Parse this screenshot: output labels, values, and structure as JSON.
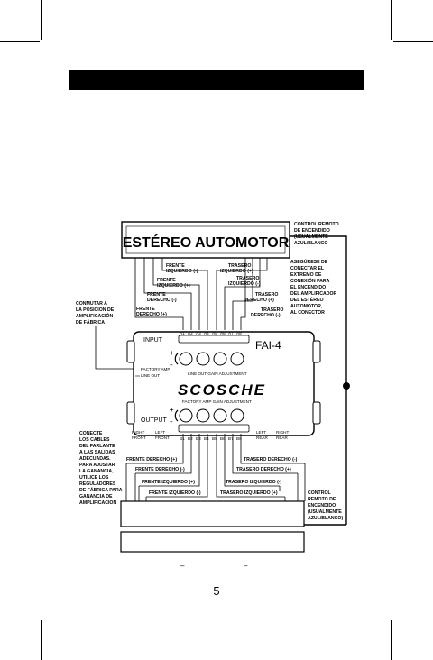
{
  "header": {
    "title": "ESTÉREO AUTOMOTOR"
  },
  "notes": {
    "remote_top": [
      "CONTROL REMOTO",
      "DE ENCENDIDO",
      "(USUALMENTE",
      "AZUL/BLANCO"
    ],
    "connect_right": [
      "ASEGÚRESE DE",
      "CONECTAR EL",
      "EXTREMO DE",
      "CONEXIÓN PARA",
      "EL ENCENDIDO",
      "DEL AMPLIFICADOR",
      "DEL ESTÉREO",
      "AUTOMOTOR,",
      "AL CONECTOR"
    ],
    "switch_left": [
      "CONMUTAR A",
      "LA  POSICIÓN DE",
      "AMPLIFICACIÓN",
      "DE FÁBRICA"
    ],
    "connect_left": [
      "CONECTE",
      "LOS CABLES",
      "DEL PARLANTE",
      "A LAS SALIDAS",
      "ADECUADAS.",
      "PARA AJUSTAR",
      "LA GANANCIA,",
      "UTILICE LOS",
      "REGULADORES",
      "DE FÁBRICA PARA",
      "GANANCIA DE",
      "AMPLIFICACIÓN"
    ],
    "remote_bottom": [
      "CONTROL",
      "REMOTO DE",
      "ENCENDIDO",
      "(USUALMENTE",
      "AZUL/BLANCO)"
    ]
  },
  "input_labels": {
    "front_left_neg": [
      "FRENTE",
      "IZQUIERDO (-)"
    ],
    "front_left_pos": [
      "FRENTE",
      "IZQUIERDO (+)"
    ],
    "front_right_neg": [
      "FRENTE",
      "DERECHO (-)"
    ],
    "front_right_pos": [
      "FRENTE",
      "DERECHO (+)"
    ],
    "rear_left_pos": [
      "TRASERO",
      "IZQUIERDO (+)"
    ],
    "rear_left_neg": [
      "TRASERO",
      "IZQUIERDO (-)"
    ],
    "rear_right_pos": [
      "TRASERO",
      "DERECHO (+)"
    ],
    "rear_right_neg": [
      "TRASERO",
      "DERECHO (-)"
    ]
  },
  "output_labels": {
    "front_right_pos": "FRENTE DERECHO (+)",
    "front_right_neg": "FRENTE DERECHO (-)",
    "front_left_pos": "FRENTE IZQUIERDO (+)",
    "front_left_neg": "FRENTE IZQUIERDO (-)",
    "rear_right_neg": "TRASERO DERECHO (-)",
    "rear_right_pos": "TRASERO DERECHO (+)",
    "rear_left_neg": "TRASERO IZQUIERDO (-)",
    "rear_left_pos": "TRASERO IZQUIERDO (+)"
  },
  "device": {
    "input_label": "INPUT",
    "model": "FAI-4",
    "brand": "SCOSCHE",
    "input_pins": [
      "A1",
      "A2",
      "A3",
      "A4",
      "A5",
      "A6",
      "A7",
      "A8"
    ],
    "output_pins": [
      "B1",
      "B2",
      "B3",
      "B4",
      "B5",
      "B6",
      "B7",
      "B8"
    ],
    "line_out_gain": "LINE OUT GAIN ADJUSTMENT",
    "factory_amp_gain": "FACTORY AMP GAIN ADJUSTMENT",
    "switch_factory": "FACTORY AMP",
    "switch_line": "LINE OUT",
    "output_label": "OUTPUT",
    "plus": "+",
    "minus": "-",
    "channels": {
      "right_front": [
        "RIGHT",
        "FRONT"
      ],
      "left_front": [
        "LEFT",
        "FRONT"
      ],
      "left_rear": [
        "LEFT",
        "REAR"
      ],
      "right_rear": [
        "RIGHT",
        "REAR"
      ]
    }
  },
  "bottom_marks": [
    "–",
    "–"
  ],
  "page_number": "5"
}
